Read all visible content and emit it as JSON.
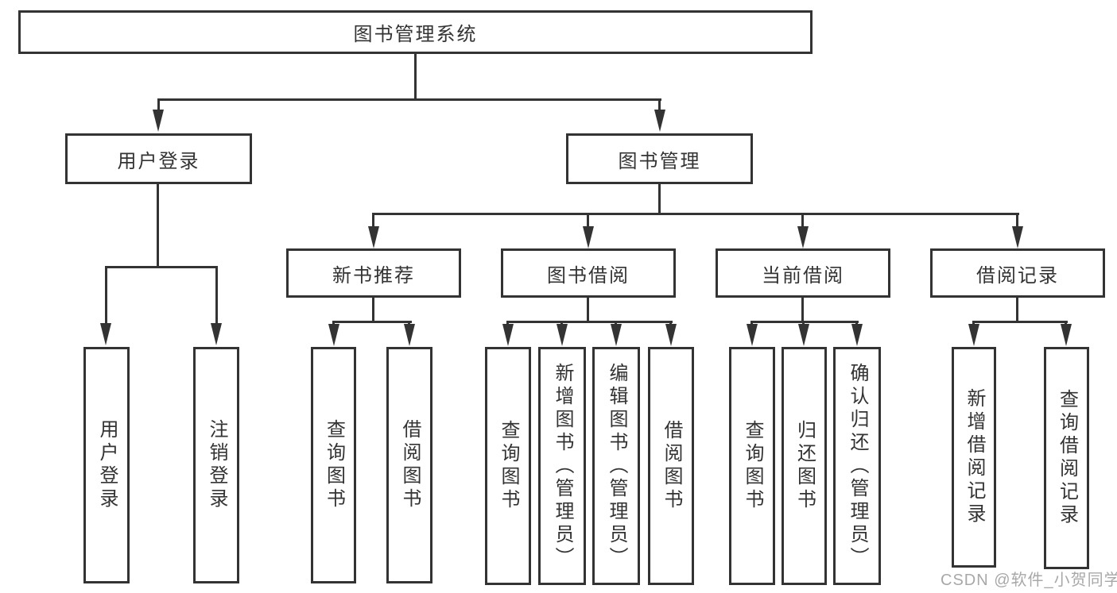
{
  "colors": {
    "line": "#333333",
    "text": "#333333",
    "watermark": "#a8a8a8",
    "background": "#ffffff"
  },
  "watermark": "CSDN @软件_小贺同学",
  "tree": {
    "root": {
      "label": "图书管理系统"
    },
    "level2": [
      {
        "label": "用户登录",
        "parent": "图书管理系统"
      },
      {
        "label": "图书管理",
        "parent": "图书管理系统"
      }
    ],
    "level3": [
      {
        "label": "新书推荐",
        "parent": "图书管理"
      },
      {
        "label": "图书借阅",
        "parent": "图书管理"
      },
      {
        "label": "当前借阅",
        "parent": "图书管理"
      },
      {
        "label": "借阅记录",
        "parent": "图书管理"
      }
    ],
    "leaves": [
      {
        "label": "用户登录",
        "parent": "用户登录"
      },
      {
        "label": "注销登录",
        "parent": "用户登录"
      },
      {
        "label": "查询图书",
        "parent": "新书推荐"
      },
      {
        "label": "借阅图书",
        "parent": "新书推荐"
      },
      {
        "label": "查询图书",
        "parent": "图书借阅"
      },
      {
        "label": "新增图书（管理员）",
        "parent": "图书借阅"
      },
      {
        "label": "编辑图书（管理员）",
        "parent": "图书借阅"
      },
      {
        "label": "借阅图书",
        "parent": "图书借阅"
      },
      {
        "label": "查询图书",
        "parent": "当前借阅"
      },
      {
        "label": "归还图书",
        "parent": "当前借阅"
      },
      {
        "label": "确认归还（管理员）",
        "parent": "当前借阅"
      },
      {
        "label": "新增借阅记录",
        "parent": "借阅记录"
      },
      {
        "label": "查询借阅记录",
        "parent": "借阅记录"
      }
    ]
  }
}
